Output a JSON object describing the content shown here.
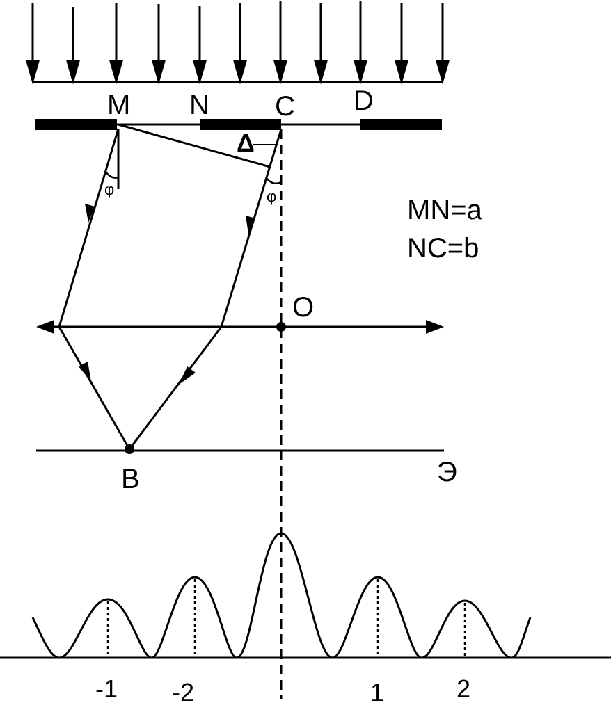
{
  "labels": {
    "M": "M",
    "N": "N",
    "C": "C",
    "D": "D",
    "O": "O",
    "B": "B",
    "screen": "Э",
    "delta": "Δ",
    "phi": "φ",
    "eq_a": "MN=a",
    "eq_b": "NC=b"
  },
  "pattern": {
    "tick_labels": [
      "-1",
      "-2",
      "1",
      "2"
    ]
  },
  "colors": {
    "ink": "#000000",
    "background": "#ffffff"
  }
}
